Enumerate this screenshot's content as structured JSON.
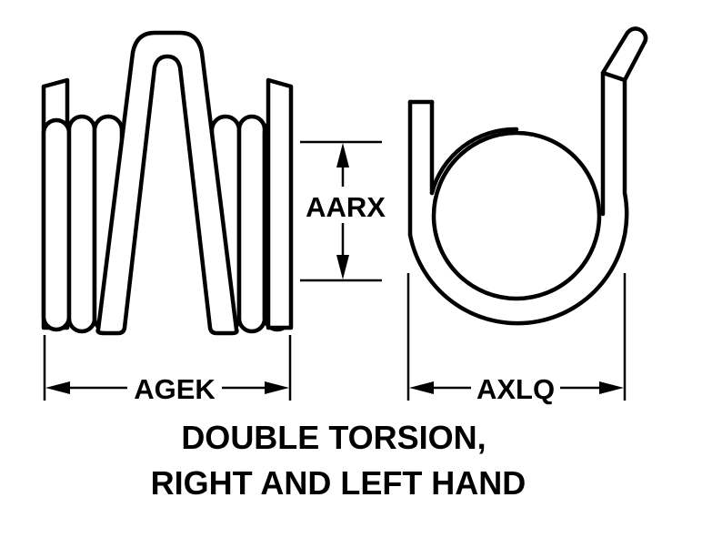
{
  "labels": {
    "width_left": "AGEK",
    "height": "AARX",
    "width_right": "AXLQ"
  },
  "caption": {
    "line1": "DOUBLE TORSION,",
    "line2": "RIGHT AND LEFT HAND"
  }
}
